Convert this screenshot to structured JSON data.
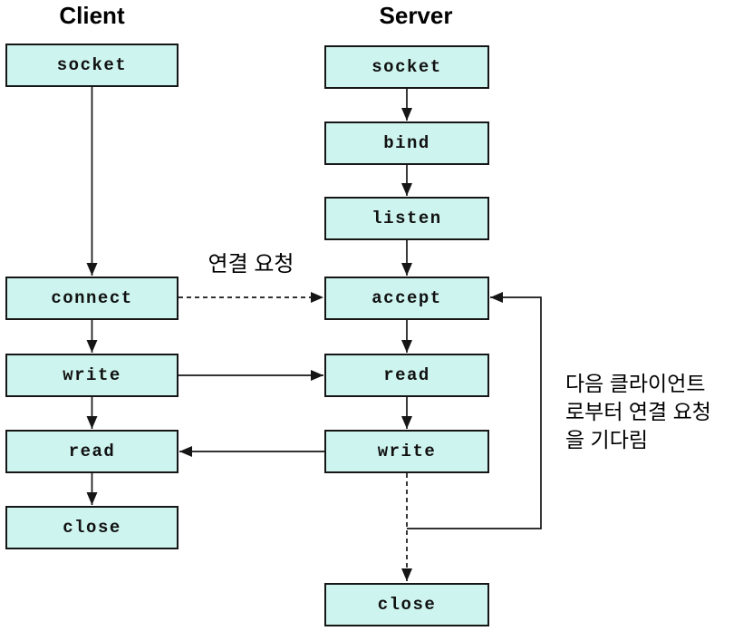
{
  "client": {
    "title": "Client",
    "steps": [
      {
        "label": "socket"
      },
      {
        "label": "connect"
      },
      {
        "label": "write"
      },
      {
        "label": "read"
      },
      {
        "label": "close"
      }
    ]
  },
  "server": {
    "title": "Server",
    "steps": [
      {
        "label": "socket"
      },
      {
        "label": "bind"
      },
      {
        "label": "listen"
      },
      {
        "label": "accept"
      },
      {
        "label": "read"
      },
      {
        "label": "write"
      },
      {
        "label": "close"
      }
    ]
  },
  "annotations": {
    "connection_request": "연결 요청",
    "wait_note": [
      "다음 클라이언트",
      "로부터 연결 요청",
      "을 기다림"
    ]
  },
  "colors": {
    "box_fill": "#cdf4ee",
    "box_border": "#161616",
    "arrow": "#161616",
    "text": "#000000",
    "background": "#ffffff"
  }
}
